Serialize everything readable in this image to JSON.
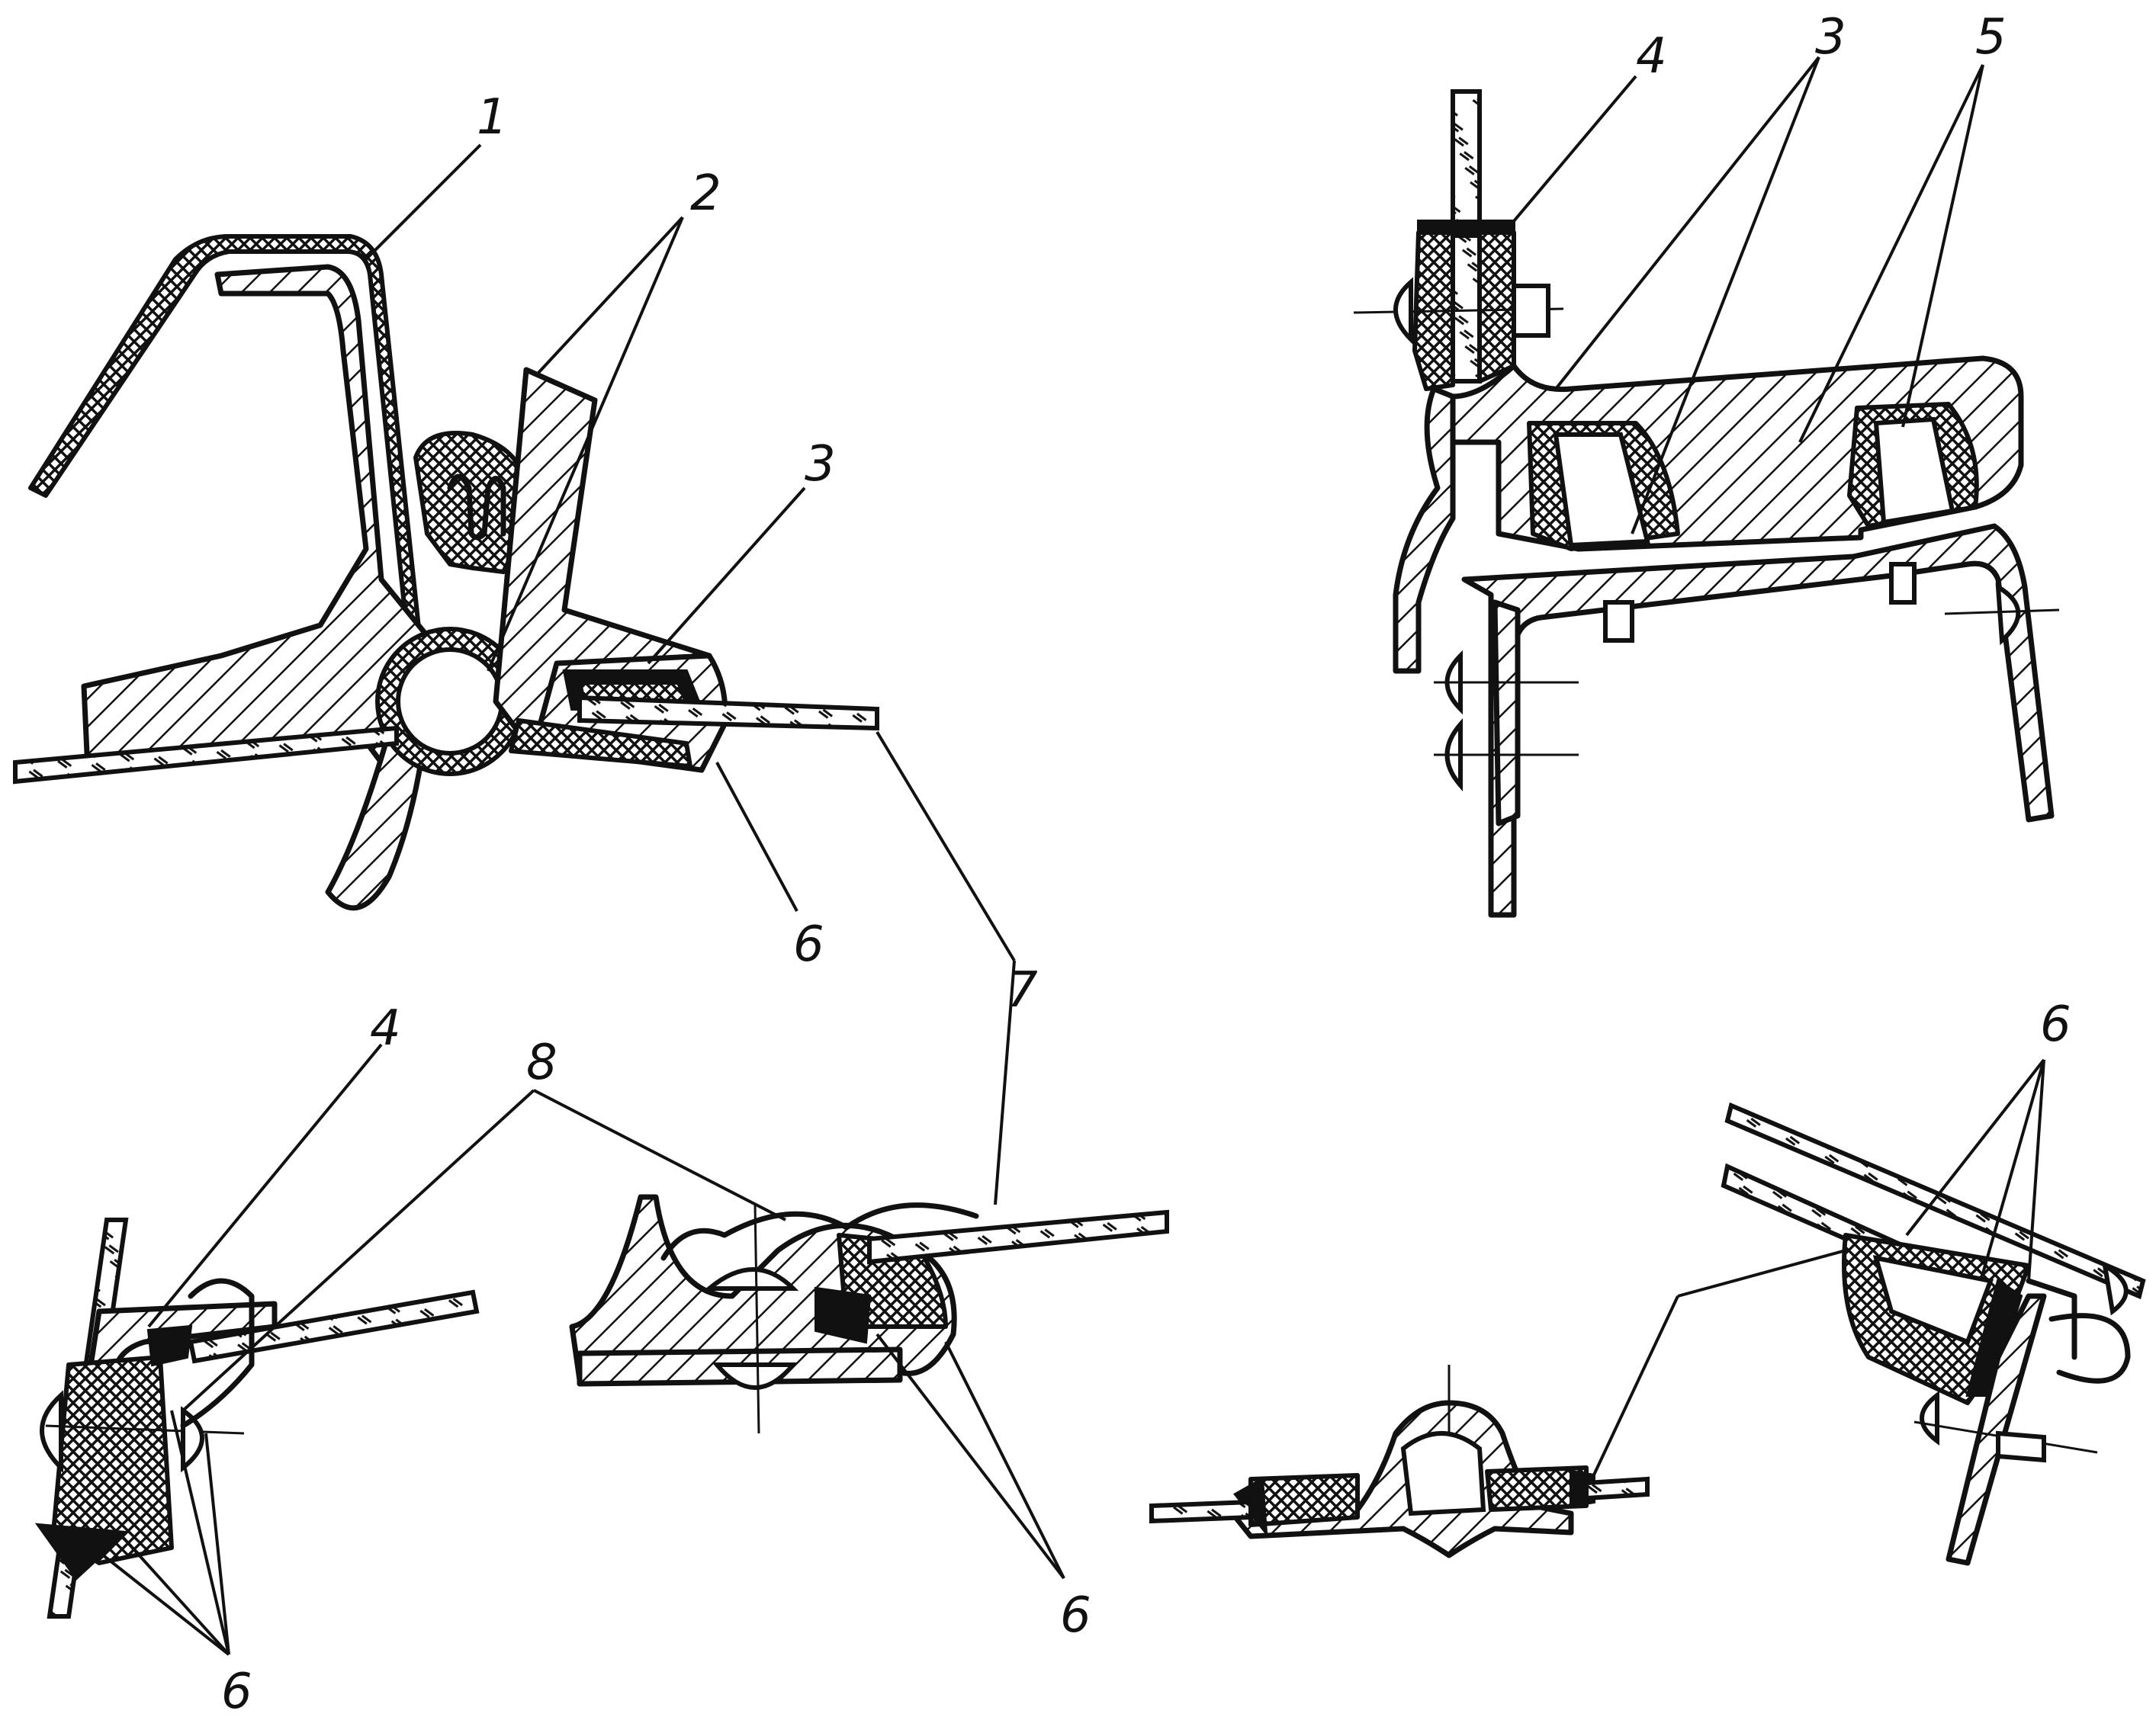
{
  "labels": {
    "l1": "1",
    "l2": "2",
    "l3": "3",
    "l6": "6",
    "l7": "7",
    "r4": "4",
    "r3": "3",
    "r5": "5",
    "bl4": "4",
    "bl8": "8",
    "bl6": "6",
    "bm6": "6",
    "br6": "6"
  }
}
